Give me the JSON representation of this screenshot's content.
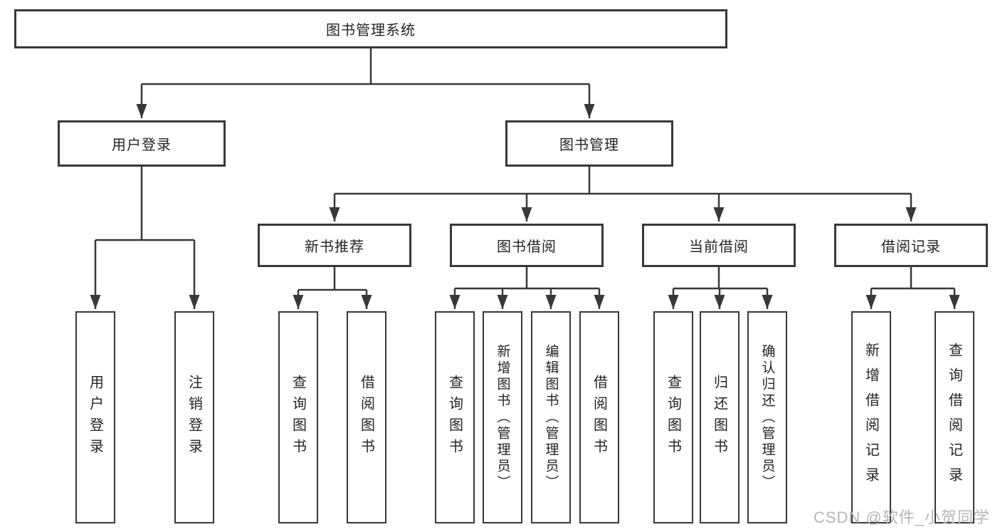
{
  "colors": {
    "line": "#383838",
    "text": "#242424",
    "watermark": "#b5b5b5",
    "bg": "#ffffff"
  },
  "tree": {
    "root": {
      "label": "图书管理系统"
    },
    "level2": [
      {
        "label": "用户登录"
      },
      {
        "label": "图书管理"
      }
    ],
    "level3": [
      {
        "label": "新书推荐"
      },
      {
        "label": "图书借阅"
      },
      {
        "label": "当前借阅"
      },
      {
        "label": "借阅记录"
      }
    ],
    "leaves": {
      "user_login": "用户登录",
      "logout_login": "注销登录",
      "rec_query_book": "查询图书",
      "rec_borrow_book": "借阅图书",
      "bor_query_book": "查询图书",
      "bor_add_book": "新增图书（管理员）",
      "bor_edit_book": "编辑图书（管理员）",
      "bor_borrow_book": "借阅图书",
      "cur_query_book": "查询图书",
      "cur_return_book": "归还图书",
      "cur_confirm_return": "确认归还（管理员）",
      "rd_add_record": "新增借阅记录",
      "rd_query_record": "查询借阅记录"
    }
  },
  "watermark": {
    "text": "CSDN @软件_小贺同学"
  }
}
